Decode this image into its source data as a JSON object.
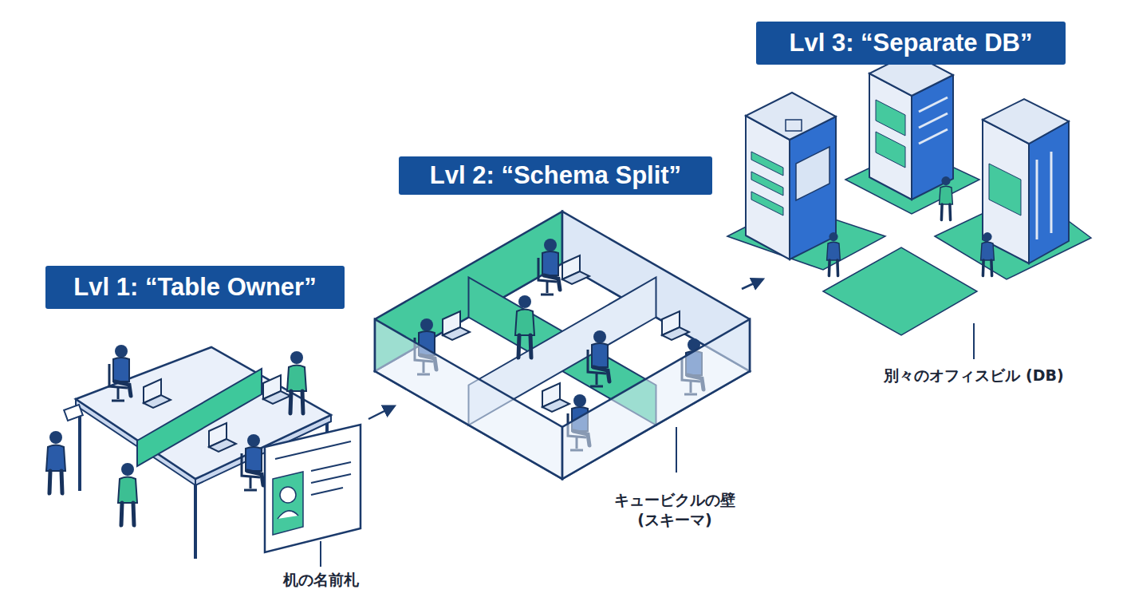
{
  "diagram": {
    "nodes": [
      {
        "text": [
          "Lvl 1: “Table Owner”"
        ]
      },
      {
        "text": [
          "Lvl 2: “Schema Split”"
        ]
      },
      {
        "text": [
          "Lvl 3: “Separate DB”"
        ]
      }
    ],
    "labels": [
      "机の名前札",
      "キュービクルの壁 (スキーマ)",
      "別々のオフィスビル (DB)"
    ]
  }
}
